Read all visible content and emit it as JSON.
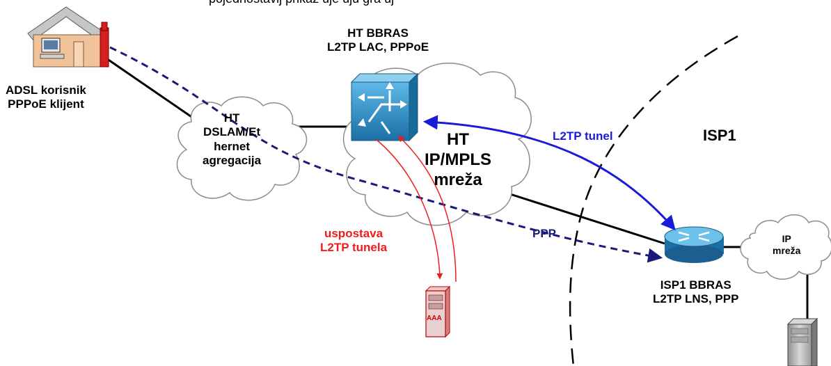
{
  "caption_fragment": "pojednostavlj prikaz                                           uje                  uju                           gra                    uj",
  "labels": {
    "adsl_user": [
      "ADSL korisnik",
      "PPPoE klijent"
    ],
    "ht_bbras": [
      "HT BBRAS",
      "L2TP LAC, PPPoE"
    ],
    "dslam_cloud": [
      "HT",
      "DSLAM/Et",
      "hernet",
      "agregacija"
    ],
    "ipmpls_cloud": [
      "HT",
      "IP/MPLS",
      "mreža"
    ],
    "l2tp_tunnel": "L2TP tunel",
    "isp1": "ISP1",
    "ppp": "PPP",
    "establish": [
      "uspostava",
      "L2TP tunela"
    ],
    "aaa": "AAA",
    "isp1_bbras": [
      "ISP1 BBRAS",
      "L2TP LNS, PPP"
    ],
    "ip_cloud": [
      "IP",
      "mreža"
    ]
  },
  "colors": {
    "tunnel": "#1a1adb",
    "ppp": "#1a1a7a",
    "establish": "#ee1c1c",
    "router": "#1f8ac0",
    "house_wall": "#f2c39a",
    "roof": "#b9b9b9"
  }
}
